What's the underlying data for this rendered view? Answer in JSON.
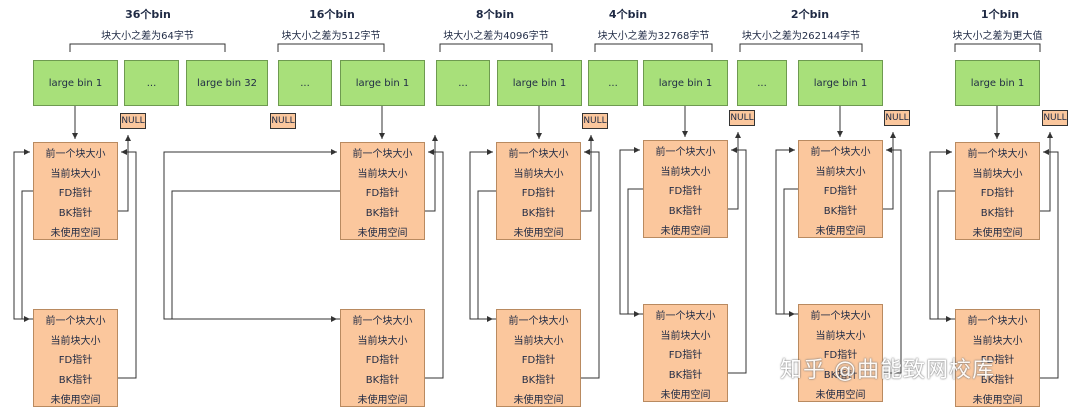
{
  "columns": [
    {
      "title": "36个bin",
      "note": "块大小之差为64字节"
    },
    {
      "title": "16个bin",
      "note": "块大小之差为512字节"
    },
    {
      "title": "8个bin",
      "note": "块大小之差为4096字节"
    },
    {
      "title": "4个bin",
      "note": "块大小之差为32768字节"
    },
    {
      "title": "2个bin",
      "note": "块大小之差为262144字节"
    },
    {
      "title": "1个bin",
      "note": "块大小之差为更大值"
    }
  ],
  "bins": {
    "first": "large bin 1",
    "ellipsis": "...",
    "last": "large bin 32"
  },
  "null_label": "NULL",
  "chunk_fields": [
    "前一个块大小",
    "当前块大小",
    "FD指针",
    "BK指针",
    "未使用空间"
  ],
  "watermark": "知乎 @曲能致网校库"
}
